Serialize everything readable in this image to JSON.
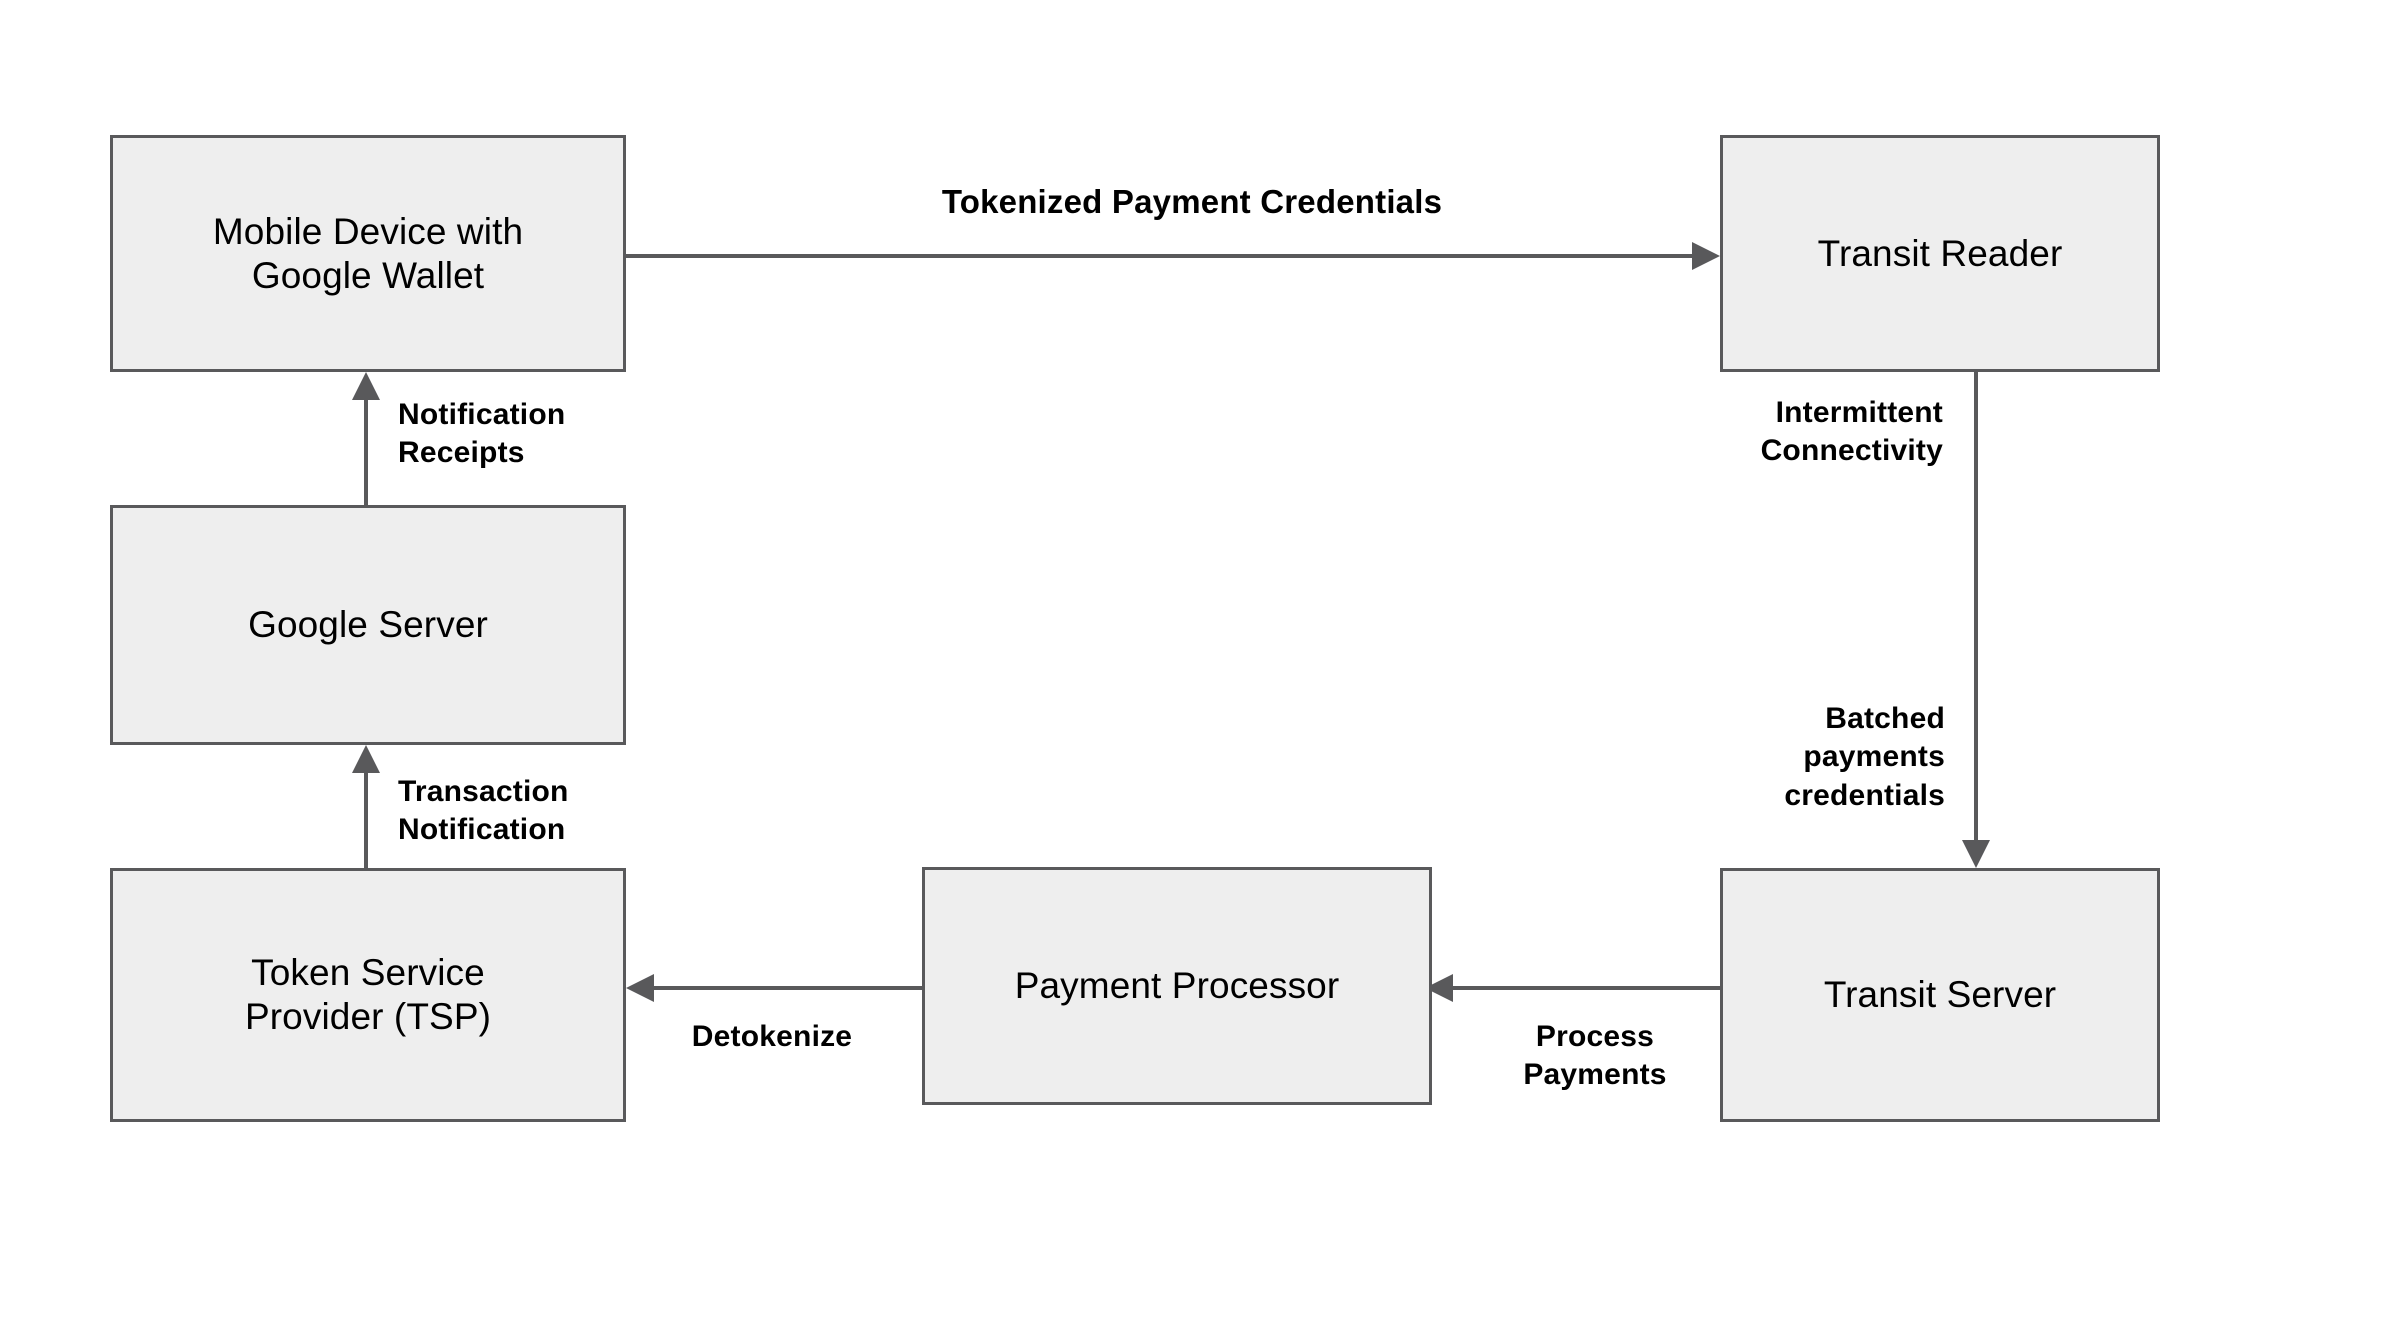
{
  "diagram": {
    "title_text": "",
    "colors": {
      "node_fill": "#eeeeee",
      "node_border": "#59595b",
      "edge_stroke": "#59595b",
      "text": "#000000",
      "background": "#ffffff"
    },
    "nodes": [
      {
        "id": "mobile-device",
        "label": "Mobile Device with\nGoogle Wallet"
      },
      {
        "id": "transit-reader",
        "label": "Transit Reader"
      },
      {
        "id": "google-server",
        "label": "Google Server"
      },
      {
        "id": "token-service-provider",
        "label": "Token Service\nProvider (TSP)"
      },
      {
        "id": "payment-processor",
        "label": "Payment Processor"
      },
      {
        "id": "transit-server",
        "label": "Transit Server"
      }
    ],
    "edges": [
      {
        "id": "mobile-to-reader",
        "label": "Tokenized Payment Credentials",
        "from": "mobile-device",
        "to": "transit-reader"
      },
      {
        "id": "reader-to-server",
        "label": "Intermittent\nConnectivity",
        "from": "transit-reader",
        "to": "transit-server"
      },
      {
        "id": "reader-to-server-batch",
        "label": "Batched\npayments\ncredentials",
        "from": "transit-reader",
        "to": "transit-server"
      },
      {
        "id": "transit-to-processor",
        "label": "Process\nPayments",
        "from": "transit-server",
        "to": "payment-processor"
      },
      {
        "id": "processor-to-tsp",
        "label": "Detokenize",
        "from": "payment-processor",
        "to": "token-service-provider"
      },
      {
        "id": "tsp-to-google",
        "label": "Transaction\nNotification",
        "from": "token-service-provider",
        "to": "google-server"
      },
      {
        "id": "google-to-mobile",
        "label": "Notification\nReceipts",
        "from": "google-server",
        "to": "mobile-device"
      }
    ]
  }
}
